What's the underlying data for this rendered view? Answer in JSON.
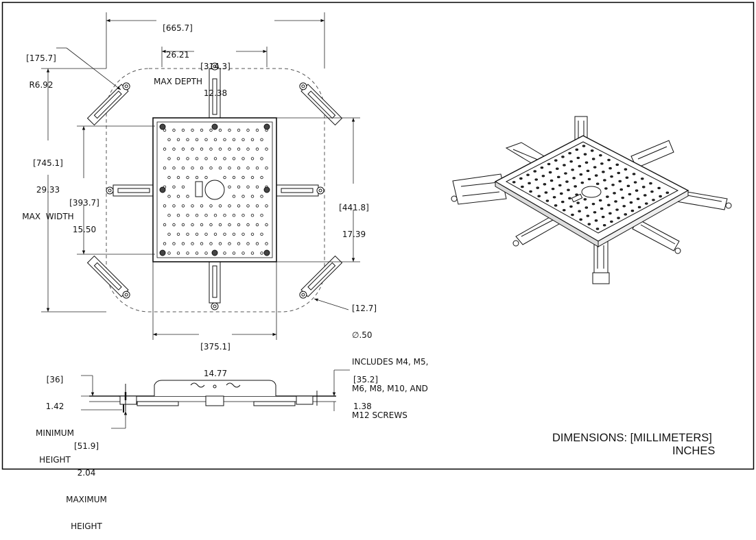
{
  "colors": {
    "line": "#111111",
    "dim": "#222222",
    "frame": "#000000",
    "paper": "#ffffff"
  },
  "top_view": {
    "max_depth": {
      "mm": "[665.7]",
      "in": "26.21",
      "caption": "MAX DEPTH"
    },
    "arm_spacing": {
      "mm": "[314.3]",
      "in": "12.38"
    },
    "radius": {
      "mm": "[175.7]",
      "in": "R6.92"
    },
    "max_width": {
      "mm": "[745.1]",
      "in": "29.33",
      "caption": "MAX  WIDTH"
    },
    "inner_width": {
      "mm": "[393.7]",
      "in": "15.50"
    },
    "plate_height": {
      "mm": "[441.8]",
      "in": "17.39"
    },
    "plate_width": {
      "mm": "[375.1]",
      "in": "14.77"
    },
    "slot": {
      "mm": "[12.7]",
      "in": "∅.50",
      "note_1": "INCLUDES M4, M5,",
      "note_2": "M6, M8, M10, AND",
      "note_3": "M12 SCREWS"
    }
  },
  "side_view": {
    "min_height": {
      "mm": "[36]",
      "in": "1.42",
      "caption_1": "MINIMUM",
      "caption_2": "HEIGHT"
    },
    "max_height": {
      "mm": "[51.9]",
      "in": "2.04",
      "caption_1": "MAXIMUM",
      "caption_2": "HEIGHT"
    },
    "plate_thickness": {
      "mm": "[35.2]",
      "in": "1.38"
    }
  },
  "legend": {
    "line_1": "DIMENSIONS:  [MILLIMETERS]",
    "line_2": "INCHES"
  }
}
